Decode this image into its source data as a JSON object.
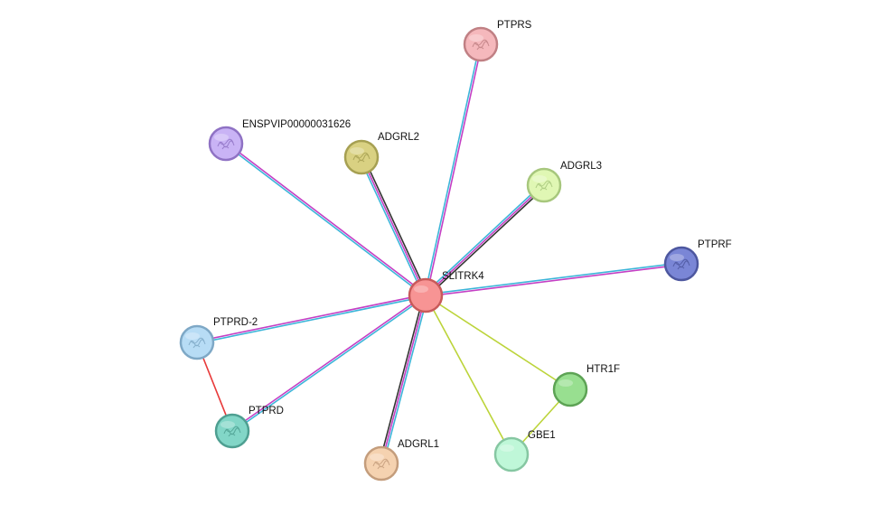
{
  "nodes": [
    {
      "id": "SLITRK4",
      "label": "SLITRK4",
      "fill": "#f79494",
      "stroke": "#c85a5a",
      "texture": false
    },
    {
      "id": "PTPRS",
      "label": "PTPRS",
      "fill": "#f5b8bc",
      "stroke": "#c08084",
      "texture": true
    },
    {
      "id": "ENSPVIP00000031626",
      "label": "ENSPVIP00000031626",
      "fill": "#c9b3f5",
      "stroke": "#8f72c4",
      "texture": true
    },
    {
      "id": "ADGRL2",
      "label": "ADGRL2",
      "fill": "#d9d182",
      "stroke": "#a6a052",
      "texture": true
    },
    {
      "id": "ADGRL3",
      "label": "ADGRL3",
      "fill": "#e0f7b4",
      "stroke": "#a7c77d",
      "texture": true
    },
    {
      "id": "PTPRF",
      "label": "PTPRF",
      "fill": "#7a86d6",
      "stroke": "#4d579f",
      "texture": true
    },
    {
      "id": "PTPRD-2",
      "label": "PTPRD-2",
      "fill": "#b7dcf5",
      "stroke": "#7ea8c6",
      "texture": true
    },
    {
      "id": "PTPRD",
      "label": "PTPRD",
      "fill": "#82d6c7",
      "stroke": "#4e9f91",
      "texture": true
    },
    {
      "id": "ADGRL1",
      "label": "ADGRL1",
      "fill": "#f5d2b0",
      "stroke": "#c49d7c",
      "texture": true
    },
    {
      "id": "GBE1",
      "label": "GBE1",
      "fill": "#bff7d8",
      "stroke": "#86c7a2",
      "texture": false
    },
    {
      "id": "HTR1F",
      "label": "HTR1F",
      "fill": "#98df90",
      "stroke": "#5da355",
      "texture": false
    }
  ],
  "edges": [
    {
      "source": "SLITRK4",
      "target": "PTPRS",
      "colors": [
        "#3db5d9",
        "#c43fc4"
      ]
    },
    {
      "source": "SLITRK4",
      "target": "ENSPVIP00000031626",
      "colors": [
        "#3db5d9",
        "#c43fc4"
      ]
    },
    {
      "source": "SLITRK4",
      "target": "ADGRL2",
      "colors": [
        "#3db5d9",
        "#c43fc4",
        "#333333"
      ]
    },
    {
      "source": "SLITRK4",
      "target": "ADGRL3",
      "colors": [
        "#3db5d9",
        "#c43fc4",
        "#333333"
      ]
    },
    {
      "source": "SLITRK4",
      "target": "PTPRF",
      "colors": [
        "#3db5d9",
        "#c43fc4"
      ]
    },
    {
      "source": "SLITRK4",
      "target": "PTPRD-2",
      "colors": [
        "#3db5d9",
        "#c43fc4"
      ]
    },
    {
      "source": "SLITRK4",
      "target": "PTPRD",
      "colors": [
        "#3db5d9",
        "#c43fc4"
      ]
    },
    {
      "source": "SLITRK4",
      "target": "ADGRL1",
      "colors": [
        "#3db5d9",
        "#c43fc4",
        "#333333"
      ]
    },
    {
      "source": "SLITRK4",
      "target": "GBE1",
      "colors": [
        "#bcd43a"
      ]
    },
    {
      "source": "SLITRK4",
      "target": "HTR1F",
      "colors": [
        "#bcd43a"
      ]
    },
    {
      "source": "GBE1",
      "target": "HTR1F",
      "colors": [
        "#bcd43a"
      ]
    },
    {
      "source": "PTPRD-2",
      "target": "PTPRD",
      "colors": [
        "#e83a3a"
      ]
    }
  ]
}
